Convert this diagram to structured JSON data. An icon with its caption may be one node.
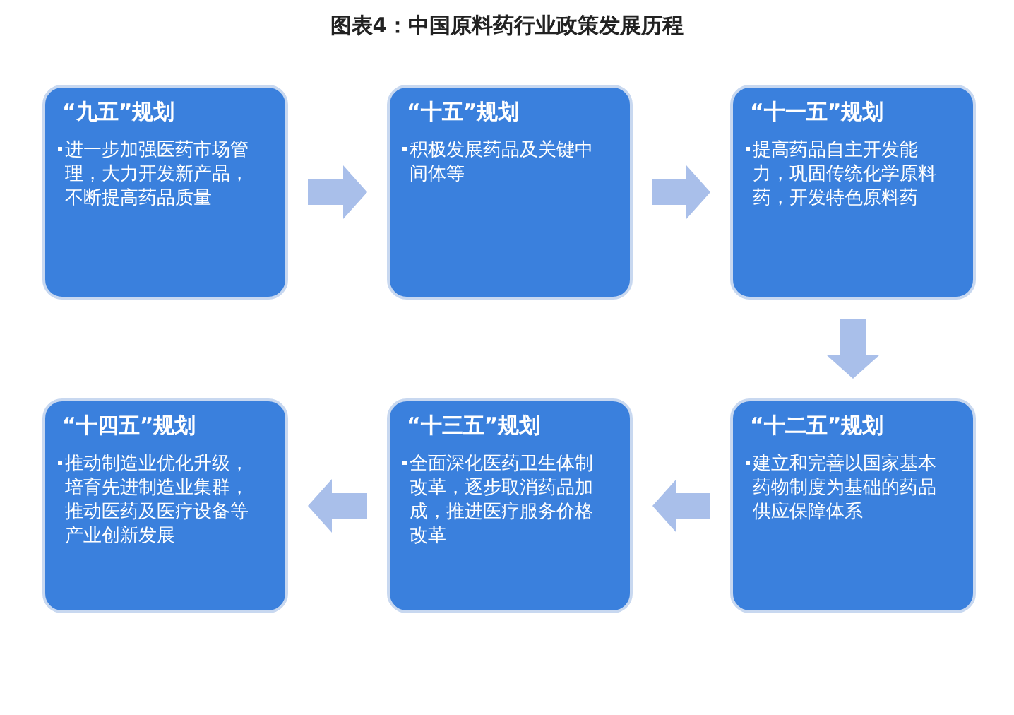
{
  "diagram": {
    "title": "图表4：中国原料药行业政策发展历程",
    "nodes": [
      {
        "text": [
          "“九五”规划",
          "进一步加强医药市场管理，大力开发新产品，不断提高药品质量"
        ]
      },
      {
        "text": [
          "“十五”规划",
          "积极发展药品及关键中间体等"
        ]
      },
      {
        "text": [
          "“十一五”规划",
          "提高药品自主开发能力，巩固传统化学原料药，开发特色原料药"
        ]
      },
      {
        "text": [
          "“十四五”规划",
          "推动制造业优化升级，培育先进制造业集群，推动医药及医疗设备等产业创新发展"
        ]
      },
      {
        "text": [
          "“十三五”规划",
          "全面深化医药卫生体制改革，逐步取消药品加成，推进医疗服务价格改革"
        ]
      },
      {
        "text": [
          "“十二五”规划",
          "建立和完善以国家基本药物制度为基础的药品供应保障体系"
        ]
      }
    ],
    "edges": [
      {
        "from": 0,
        "to": 1,
        "arrow": "to"
      },
      {
        "from": 1,
        "to": 2,
        "arrow": "to"
      },
      {
        "from": 2,
        "to": 5,
        "arrow": "to"
      },
      {
        "from": 5,
        "to": 4,
        "arrow": "to"
      },
      {
        "from": 4,
        "to": 3,
        "arrow": "to"
      }
    ]
  }
}
